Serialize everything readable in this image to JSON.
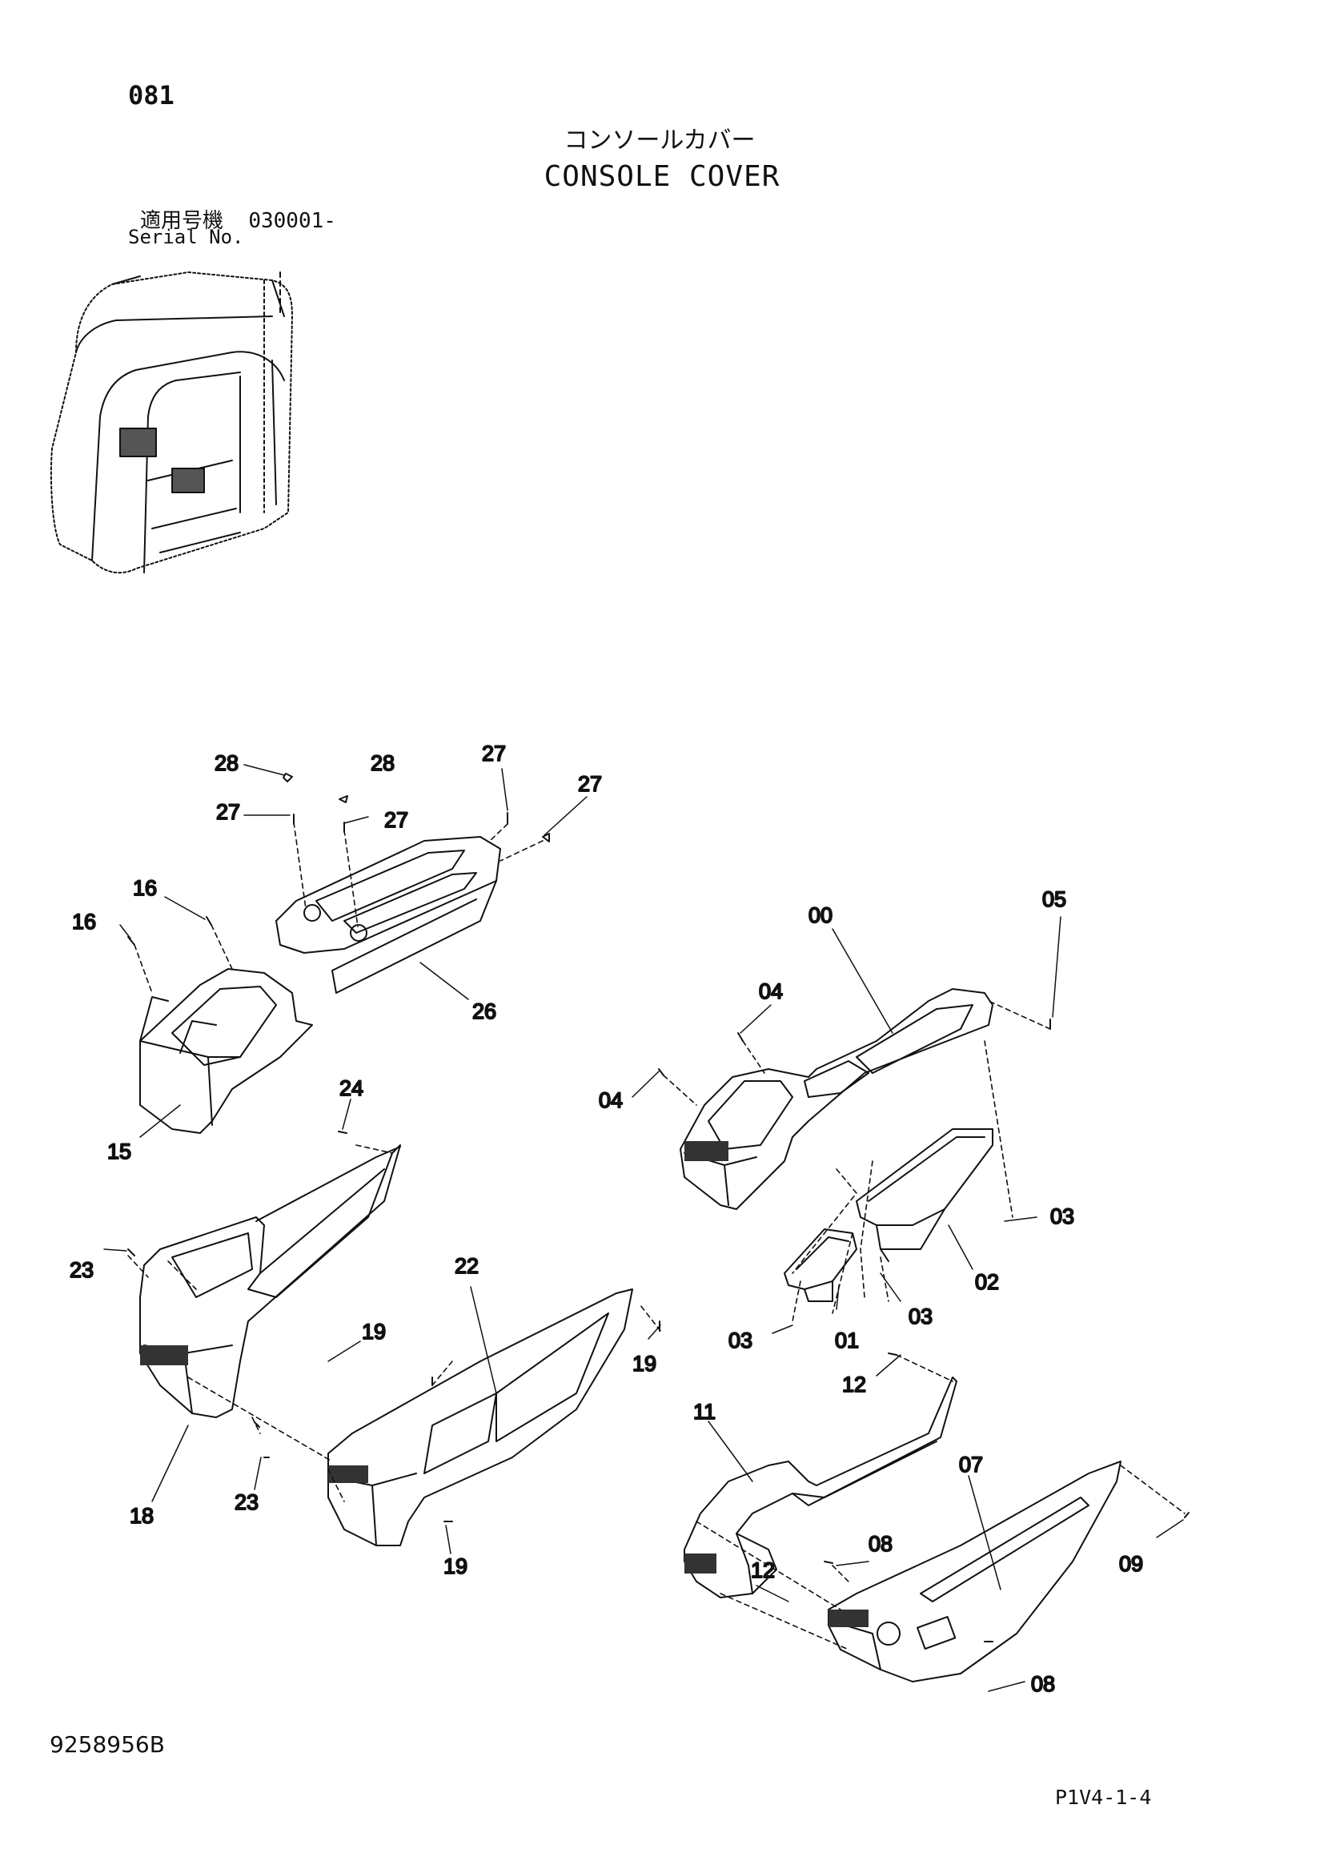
{
  "header": {
    "page_number": "081",
    "title_jp": "コンソールカバー",
    "title_en": "CONSOLE COVER",
    "serial_label_jp": "適用号機",
    "serial_value": "030001-",
    "serial_label_en": "Serial No."
  },
  "footer": {
    "drawing_number": "9258956B",
    "page_ref": "P1V4-1-4"
  },
  "callouts": [
    {
      "id": "c28a",
      "text": "28"
    },
    {
      "id": "c28b",
      "text": "28"
    },
    {
      "id": "c27a",
      "text": "27"
    },
    {
      "id": "c27b",
      "text": "27"
    },
    {
      "id": "c27c",
      "text": "27"
    },
    {
      "id": "c27d",
      "text": "27"
    },
    {
      "id": "c16a",
      "text": "16"
    },
    {
      "id": "c16b",
      "text": "16"
    },
    {
      "id": "c26",
      "text": "26"
    },
    {
      "id": "c15",
      "text": "15"
    },
    {
      "id": "c24",
      "text": "24"
    },
    {
      "id": "c23a",
      "text": "23"
    },
    {
      "id": "c22",
      "text": "22"
    },
    {
      "id": "c19a",
      "text": "19"
    },
    {
      "id": "c19b",
      "text": "19"
    },
    {
      "id": "c18",
      "text": "18"
    },
    {
      "id": "c23b",
      "text": "23"
    },
    {
      "id": "c19c",
      "text": "19"
    },
    {
      "id": "c00",
      "text": "00"
    },
    {
      "id": "c05",
      "text": "05"
    },
    {
      "id": "c04a",
      "text": "04"
    },
    {
      "id": "c04b",
      "text": "04"
    },
    {
      "id": "c03a",
      "text": "03"
    },
    {
      "id": "c02",
      "text": "02"
    },
    {
      "id": "c03b",
      "text": "03"
    },
    {
      "id": "c03c",
      "text": "03"
    },
    {
      "id": "c01",
      "text": "01"
    },
    {
      "id": "c12a",
      "text": "12"
    },
    {
      "id": "c11",
      "text": "11"
    },
    {
      "id": "c07",
      "text": "07"
    },
    {
      "id": "c08a",
      "text": "08"
    },
    {
      "id": "c12b",
      "text": "12"
    },
    {
      "id": "c09",
      "text": "09"
    },
    {
      "id": "c08b",
      "text": "08"
    }
  ]
}
